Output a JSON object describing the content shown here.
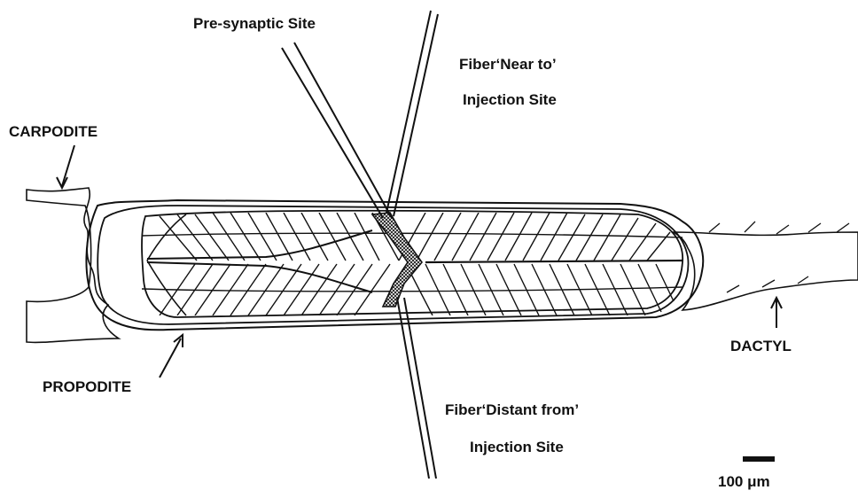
{
  "labels": {
    "presynaptic": "Pre-synaptic Site",
    "near_line1": "Fiber‘Near to’",
    "near_line2": "Injection Site",
    "carpodite": "CARPODITE",
    "propodite": "PROPODITE",
    "dactyl": "DACTYL",
    "distant_line1": "Fiber‘Distant from’",
    "distant_line2": "Injection Site",
    "scale_bar": "100 μm"
  },
  "colors": {
    "ink": "#111111",
    "background": "#ffffff"
  }
}
